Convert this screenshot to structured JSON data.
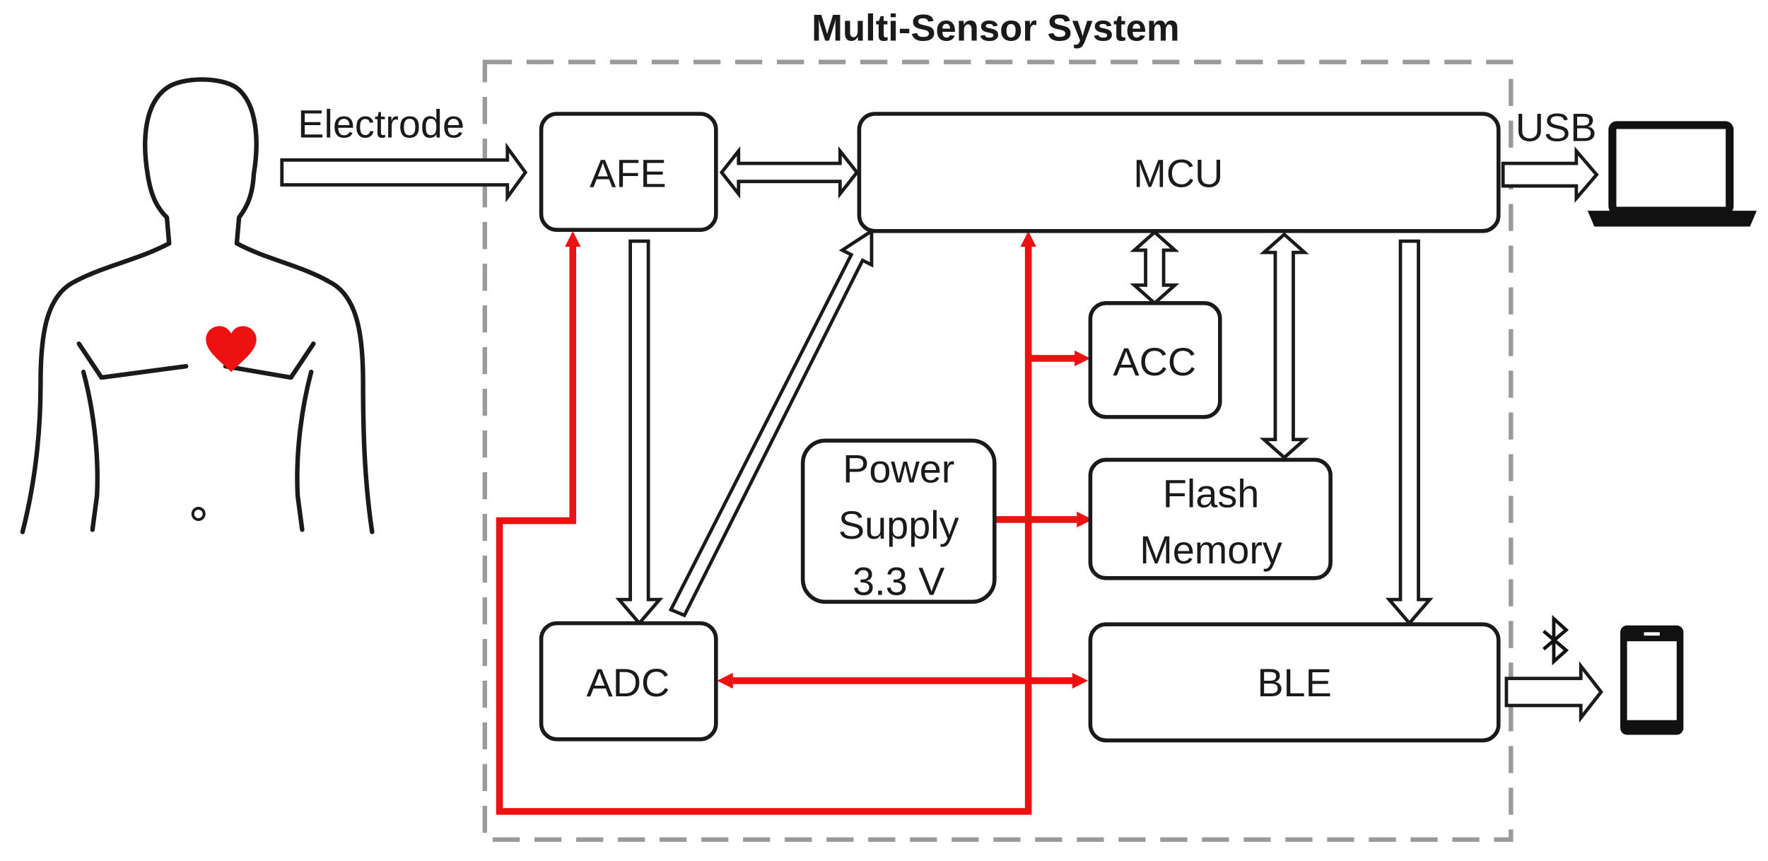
{
  "title": "Multi-Sensor System",
  "inputs": {
    "electrode": "Electrode",
    "usb": "USB"
  },
  "blocks": {
    "afe": "AFE",
    "mcu": "MCU",
    "acc": "ACC",
    "flash": [
      "Flash",
      "Memory"
    ],
    "power": [
      "Power",
      "Supply",
      "3.3 V"
    ],
    "adc": "ADC",
    "ble": "BLE"
  },
  "icons": [
    "human-body-icon",
    "heart-icon",
    "laptop-icon",
    "bluetooth-icon",
    "smartphone-icon"
  ],
  "colors": {
    "power_lines": "#ee1111",
    "heart": "#ee1111",
    "system_boundary": "#9a9a9a"
  }
}
